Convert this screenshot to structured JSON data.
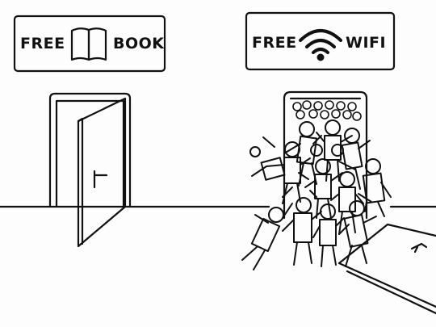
{
  "signs": {
    "book": {
      "left_word": "FREE",
      "right_word": "BOOK",
      "icon": "open-book-icon"
    },
    "wifi": {
      "left_word": "FREE",
      "right_word": "WIFI",
      "icon": "wifi-icon"
    }
  },
  "colors": {
    "ink": "#111111",
    "background": "#fdfdfd"
  }
}
